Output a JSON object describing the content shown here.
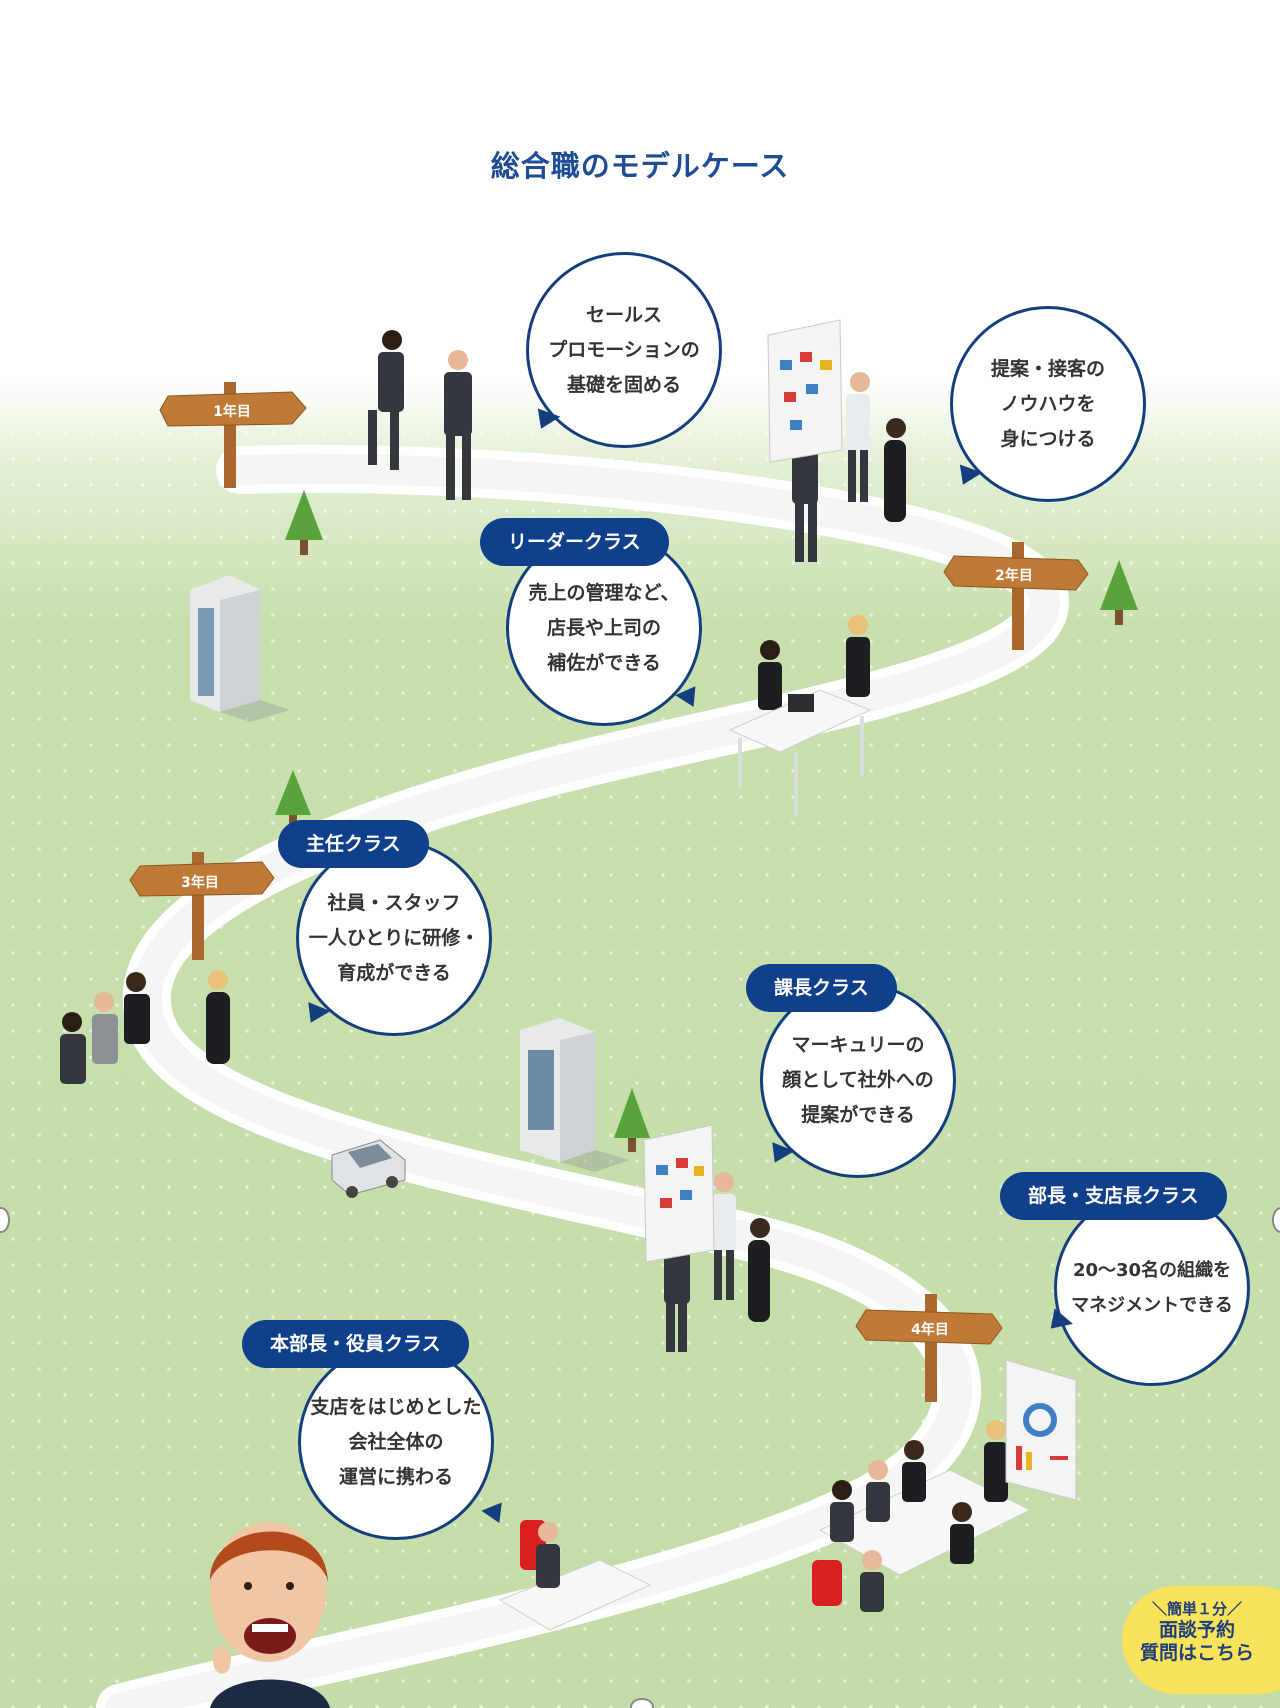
{
  "page": {
    "title": "総合職のモデルケース"
  },
  "signs": [
    {
      "label": "1年目"
    },
    {
      "label": "2年目"
    },
    {
      "label": "3年目"
    },
    {
      "label": "4年目"
    }
  ],
  "stages": [
    {
      "badge": "",
      "text": "セールス\nプロモーションの\n基礎を固める"
    },
    {
      "badge": "",
      "text": "提案・接客の\nノウハウを\n身につける"
    },
    {
      "badge": "リーダークラス",
      "text": "売上の管理など、\n店長や上司の\n補佐ができる"
    },
    {
      "badge": "主任クラス",
      "text": "社員・スタッフ\n一人ひとりに研修・\n育成ができる"
    },
    {
      "badge": "課長クラス",
      "text": "マーキュリーの\n顔として社外への\n提案ができる"
    },
    {
      "badge": "部長・支店長クラス",
      "text": "20〜30名の組織を\nマネジメントできる"
    },
    {
      "badge": "本部長・役員クラス",
      "text": "支店をはじめとした\n会社全体の\n運営に携わる"
    }
  ],
  "cta": {
    "small": "＼簡単１分／",
    "line1": "面談予約",
    "line2": "質問はこちら"
  },
  "colors": {
    "title": "#1e4c97",
    "badge": "#103f8c",
    "bubble_border": "#143f7e",
    "ground": "#c4dda8",
    "cta": "#f8e35a"
  },
  "icons": [
    "signpost-icon",
    "tree-icon",
    "building-icon",
    "car-icon",
    "people-icon",
    "chart-board-icon",
    "desk-icon",
    "mascot-face"
  ]
}
